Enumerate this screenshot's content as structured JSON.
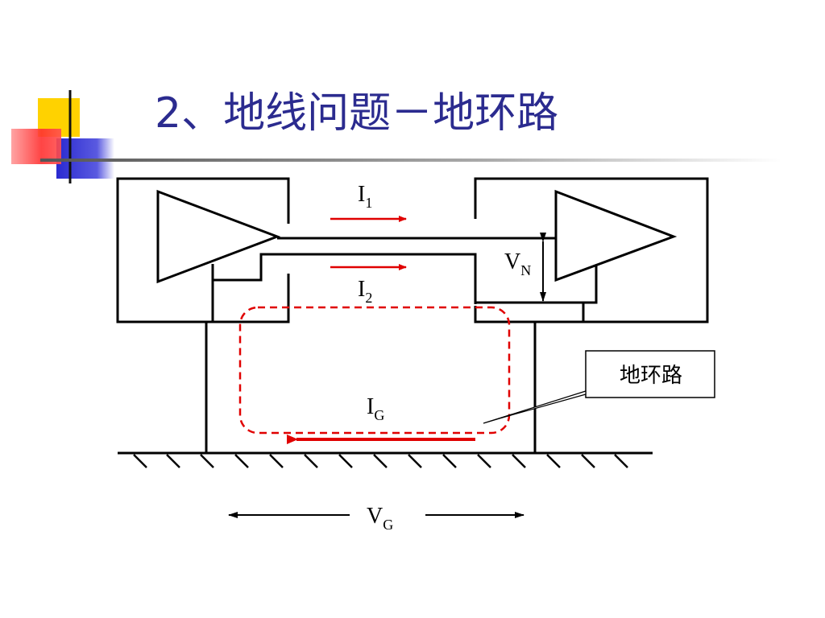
{
  "slide": {
    "title": "2、地线问题－地环路"
  },
  "diagram": {
    "current_top": {
      "main": "I",
      "sub": "1"
    },
    "current_bottom": {
      "main": "I",
      "sub": "2"
    },
    "noise_voltage": {
      "main": "V",
      "sub": "N"
    },
    "ground_current": {
      "main": "I",
      "sub": "G"
    },
    "ground_voltage": {
      "main": "V",
      "sub": "G"
    },
    "callout": "地环路"
  },
  "colors": {
    "title": "#2b2b8f",
    "current_arrow": "#e00000",
    "loop": "#e00000",
    "lines": "#000000",
    "deco_yellow": "#ffd200",
    "deco_blue": "#3a3ad0",
    "deco_red": "#ff4040"
  }
}
